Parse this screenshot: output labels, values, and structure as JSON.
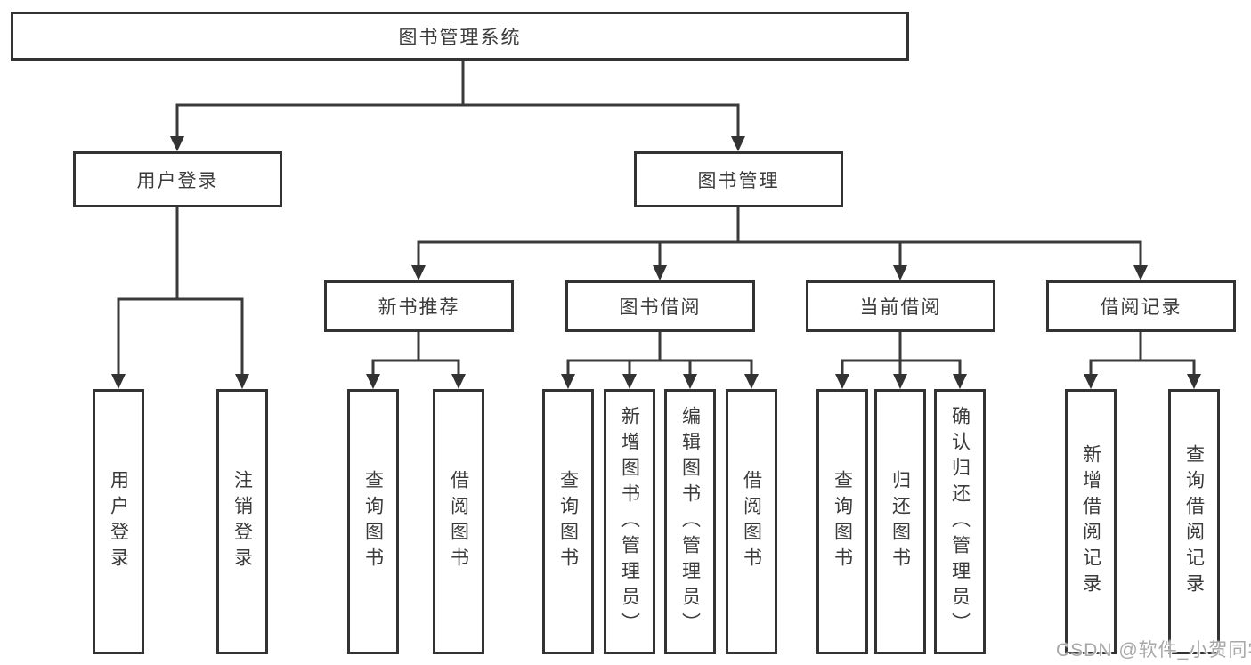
{
  "tree": {
    "root": {
      "label": "图书管理系统"
    },
    "children": [
      {
        "label": "用户登录",
        "children": [
          {
            "label": "用户登录"
          },
          {
            "label": "注销登录"
          }
        ]
      },
      {
        "label": "图书管理",
        "children": [
          {
            "label": "新书推荐",
            "children": [
              {
                "label": "查询图书"
              },
              {
                "label": "借阅图书"
              }
            ]
          },
          {
            "label": "图书借阅",
            "children": [
              {
                "label": "查询图书"
              },
              {
                "label": "新增图书（管理员）"
              },
              {
                "label": "编辑图书（管理员）"
              },
              {
                "label": "借阅图书"
              }
            ]
          },
          {
            "label": "当前借阅",
            "children": [
              {
                "label": "查询图书"
              },
              {
                "label": "归还图书"
              },
              {
                "label": "确认归还（管理员）"
              }
            ]
          },
          {
            "label": "借阅记录",
            "children": [
              {
                "label": "新增借阅记录"
              },
              {
                "label": "查询借阅记录"
              }
            ]
          }
        ]
      }
    ]
  },
  "watermark": {
    "text": "CSDN @软件_小贺同学"
  },
  "colors": {
    "line": "#3a3a3a",
    "box_border": "#333333",
    "text": "#3b3b3b",
    "background": "#ffffff",
    "watermark": "#a8a8a8"
  }
}
